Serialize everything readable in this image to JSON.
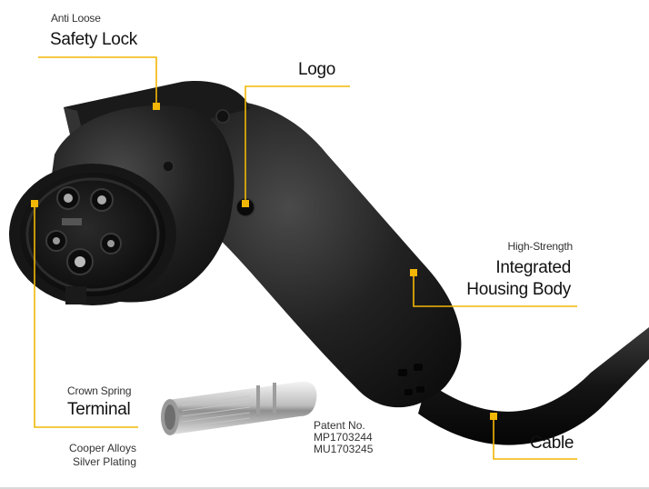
{
  "callouts": {
    "safety_lock": {
      "sub": "Anti Loose",
      "main": "Safety Lock"
    },
    "logo": {
      "main": "Logo"
    },
    "housing": {
      "sub": "High-Strength",
      "main_line1": "Integrated",
      "main_line2": "Housing Body"
    },
    "terminal": {
      "sub": "Crown Spring",
      "main": "Terminal"
    },
    "cable": {
      "main": "Cable"
    }
  },
  "patent": {
    "line1": "Patent No.",
    "line2": "MP1703244",
    "line3": "MU1703245"
  },
  "material": {
    "line1": "Cooper Alloys",
    "line2": "Silver Plating"
  },
  "colors": {
    "accent": "#f2b705",
    "product": "#1c1c1c",
    "background": "#ffffff"
  }
}
